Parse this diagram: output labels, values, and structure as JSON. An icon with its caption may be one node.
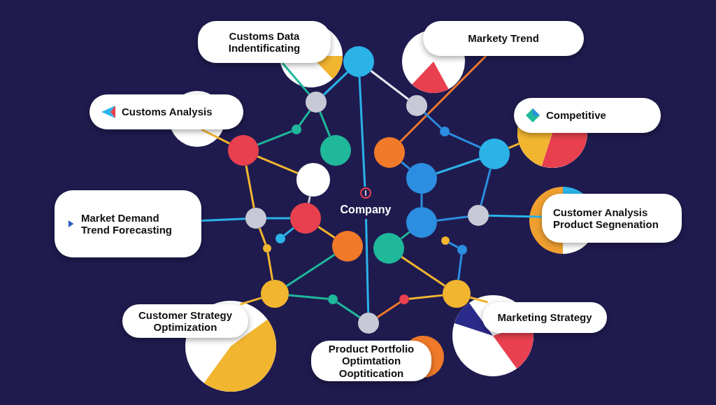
{
  "diagram": {
    "nodes": [
      {
        "text": [
          "Customs Data Indentificating"
        ]
      },
      {
        "text": [
          "Markety Trend"
        ]
      },
      {
        "text": [
          "Customs Analysis"
        ]
      },
      {
        "text": [
          "Competitive"
        ]
      },
      {
        "text": [
          "Market Demand Trend Forecasting"
        ]
      },
      {
        "text": [
          "Customer Analysis Product Segnenation"
        ]
      },
      {
        "text": [
          "Customer Strategy Optimization"
        ]
      },
      {
        "text": [
          "Marketing Strategy"
        ]
      },
      {
        "text": [
          "Product Portfolio Optimtation Ooptitication"
        ]
      },
      {
        "text": [],
        "shape": "circle"
      },
      {
        "text": [],
        "shape": "circle"
      },
      {
        "text": [],
        "shape": "circle"
      },
      {
        "text": [],
        "shape": "circle"
      },
      {
        "text": [],
        "shape": "circle"
      },
      {
        "text": [],
        "shape": "circle"
      },
      {
        "text": [],
        "shape": "circle"
      },
      {
        "text": [],
        "shape": "circle"
      },
      {
        "text": [],
        "shape": "circle"
      },
      {
        "text": [],
        "shape": "circle"
      },
      {
        "text": [
          "Company"
        ]
      },
      {
        "text": [],
        "shape": "circle"
      },
      {
        "text": [],
        "shape": "circle"
      },
      {
        "text": [],
        "shape": "circle"
      },
      {
        "text": [],
        "shape": "circle"
      },
      {
        "text": [],
        "shape": "circle"
      },
      {
        "text": [],
        "shape": "circle"
      },
      {
        "text": [],
        "shape": "circle"
      },
      {
        "text": [],
        "shape": "circle"
      },
      {
        "text": [],
        "shape": "circle"
      },
      {
        "text": [],
        "shape": "circle"
      },
      {
        "text": [],
        "shape": "circle"
      },
      {
        "text": [],
        "shape": "circle"
      },
      {
        "text": [],
        "shape": "circle"
      },
      {
        "text": [],
        "shape": "circle"
      },
      {
        "text": [],
        "shape": "circle"
      },
      {
        "text": [],
        "shape": "circle"
      }
    ],
    "edges": [
      {
        "from": 0,
        "to": 10,
        "arrow": "none",
        "color": "#1fb89a"
      },
      {
        "from": 9,
        "to": 10,
        "arrow": "none",
        "color": "#2bb3e8"
      },
      {
        "from": 9,
        "to": 11,
        "arrow": "none",
        "color": "#e8e8f0"
      },
      {
        "from": 9,
        "to": 19,
        "arrow": "none",
        "color": "#2bb3e8"
      },
      {
        "from": 1,
        "to": 16,
        "arrow": "none",
        "color": "#f07a2a"
      },
      {
        "from": 10,
        "to": 15,
        "arrow": "none",
        "color": "#1fb89a"
      },
      {
        "from": 10,
        "to": 12,
        "arrow": "none",
        "color": "#1fb89a"
      },
      {
        "from": 12,
        "to": 14,
        "arrow": "none",
        "color": "#1fb89a"
      },
      {
        "from": 14,
        "to": 2,
        "arrow": "none",
        "color": "#f2b530"
      },
      {
        "from": 14,
        "to": 18,
        "arrow": "none",
        "color": "#f2b530"
      },
      {
        "from": 14,
        "to": 21,
        "arrow": "none",
        "color": "#f2b530"
      },
      {
        "from": 11,
        "to": 13,
        "arrow": "none",
        "color": "#2b8ee0"
      },
      {
        "from": 13,
        "to": 17,
        "arrow": "none",
        "color": "#2b8ee0"
      },
      {
        "from": 17,
        "to": 3,
        "arrow": "none",
        "color": "#f2b530"
      },
      {
        "from": 16,
        "to": 20,
        "arrow": "none",
        "color": "#2b8ee0"
      },
      {
        "from": 17,
        "to": 20,
        "arrow": "none",
        "color": "#2bb3e8"
      },
      {
        "from": 20,
        "to": 24,
        "arrow": "none",
        "color": "#2b8ee0"
      },
      {
        "from": 24,
        "to": 23,
        "arrow": "none",
        "color": "#2b8ee0"
      },
      {
        "from": 17,
        "to": 23,
        "arrow": "none",
        "color": "#2b8ee0"
      },
      {
        "from": 23,
        "to": 5,
        "arrow": "none",
        "color": "#2bb3e8"
      },
      {
        "from": 4,
        "to": 21,
        "arrow": "none",
        "color": "#2bb3e8"
      },
      {
        "from": 21,
        "to": 22,
        "arrow": "none",
        "color": "#2bb3e8"
      },
      {
        "from": 21,
        "to": 26,
        "arrow": "none",
        "color": "#f2b530"
      },
      {
        "from": 26,
        "to": 31,
        "arrow": "none",
        "color": "#f2b530"
      },
      {
        "from": 25,
        "to": 22,
        "arrow": "none",
        "color": "#2bb3e8"
      },
      {
        "from": 22,
        "to": 27,
        "arrow": "none",
        "color": "#f2b530"
      },
      {
        "from": 31,
        "to": 27,
        "arrow": "none",
        "color": "#1fb89a"
      },
      {
        "from": 31,
        "to": 32,
        "arrow": "none",
        "color": "#1fb89a"
      },
      {
        "from": 32,
        "to": 33,
        "arrow": "none",
        "color": "#1fb89a"
      },
      {
        "from": 19,
        "to": 33,
        "arrow": "none",
        "color": "#2bb3e8"
      },
      {
        "from": 33,
        "to": 34,
        "arrow": "none",
        "color": "#f07a2a"
      },
      {
        "from": 34,
        "to": 35,
        "arrow": "none",
        "color": "#f2b530"
      },
      {
        "from": 28,
        "to": 35,
        "arrow": "none",
        "color": "#f2b530"
      },
      {
        "from": 30,
        "to": 35,
        "arrow": "none",
        "color": "#2b8ee0"
      },
      {
        "from": 29,
        "to": 30,
        "arrow": "none",
        "color": "#2b8ee0"
      },
      {
        "from": 31,
        "to": 6,
        "arrow": "none",
        "color": "#f2b530"
      },
      {
        "from": 35,
        "to": 7,
        "arrow": "none",
        "color": "#f2b530"
      },
      {
        "from": 24,
        "to": 28,
        "arrow": "none",
        "color": "#1fb89a"
      },
      {
        "from": 18,
        "to": 22,
        "arrow": "none",
        "color": "#c8c9d6"
      }
    ]
  }
}
